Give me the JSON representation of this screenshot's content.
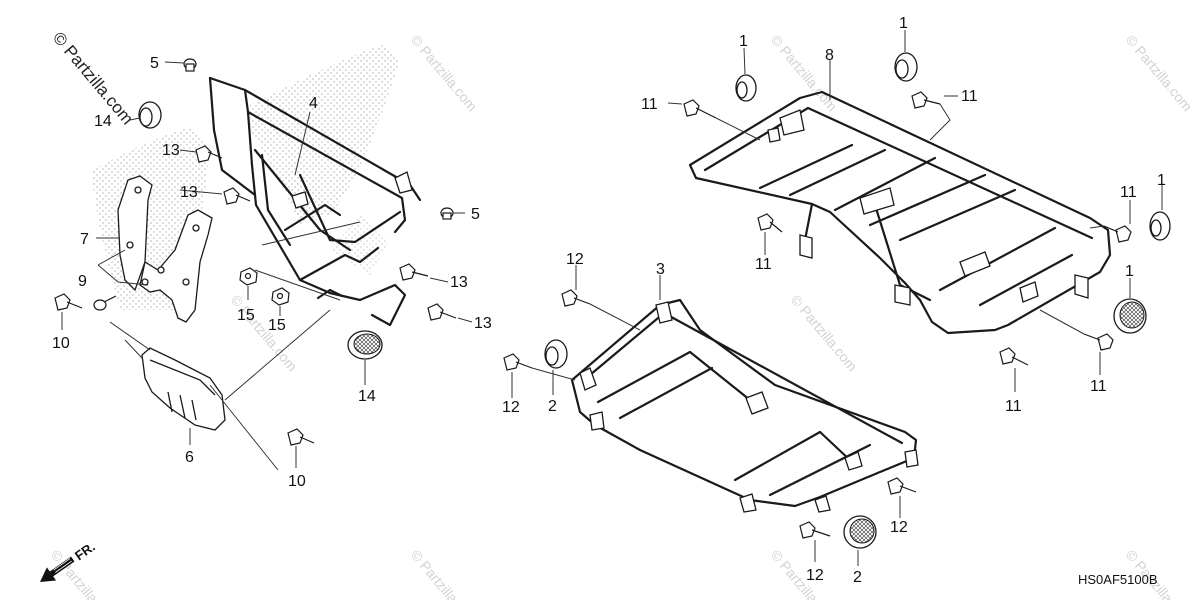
{
  "diagram": {
    "code": "HS0AF5100B",
    "front_marker": "FR.",
    "watermark_main": "© Partzilla.com",
    "watermark_repeat": "© Partzilla.com",
    "callouts": {
      "c1a": "1",
      "c1b": "1",
      "c1c": "1",
      "c1d": "1",
      "c2a": "2",
      "c2b": "2",
      "c3": "3",
      "c4": "4",
      "c5a": "5",
      "c5b": "5",
      "c6": "6",
      "c7": "7",
      "c8": "8",
      "c9": "9",
      "c10a": "10",
      "c10b": "10",
      "c11a": "11",
      "c11b": "11",
      "c11c": "11",
      "c11d": "11",
      "c11e": "11",
      "c11f": "11",
      "c12a": "12",
      "c12b": "12",
      "c12c": "12",
      "c12d": "12",
      "c13a": "13",
      "c13b": "13",
      "c13c": "13",
      "c13d": "13",
      "c14a": "14",
      "c14b": "14",
      "c15a": "15",
      "c15b": "15"
    }
  }
}
